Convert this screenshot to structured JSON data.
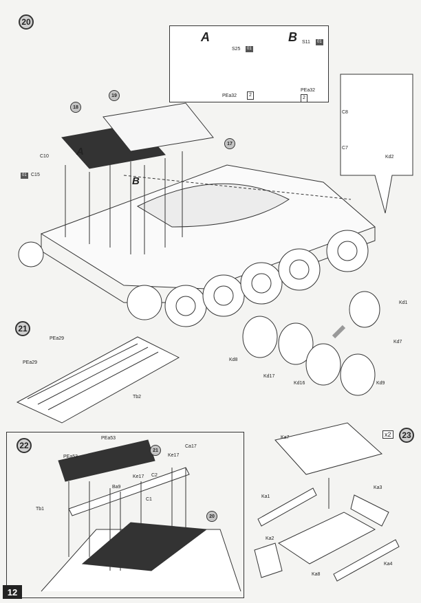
{
  "steps": {
    "s20": "20",
    "s21": "21",
    "s22": "22",
    "s23": "23"
  },
  "variants": {
    "a": "A",
    "b": "B"
  },
  "inset_a": {
    "part": "S25",
    "tag": "01",
    "pin": "PEa32",
    "mult": "2"
  },
  "inset_b": {
    "part": "S11",
    "tag": "01",
    "pin": "PEa32",
    "mult": "2"
  },
  "callouts": {
    "c18": "18",
    "c19": "19",
    "c17": "17",
    "c21": "21",
    "c20": "20"
  },
  "step20_labels": {
    "c10": "C10",
    "c15": "C15",
    "tag01": "01",
    "c8": "C8",
    "c7": "C7",
    "kd2": "Kd2",
    "kd1": "Kd1",
    "kd7": "Kd7",
    "kd8": "Kd8",
    "kd17": "Kd17",
    "kd16": "Kd16",
    "kd9": "Kd9"
  },
  "step21_labels": {
    "pea29a": "PEa29",
    "pea29b": "PEa29",
    "tb2": "Tb2"
  },
  "step22_labels": {
    "pea53a": "PEa53",
    "pea53b": "PEa53",
    "ke17a": "Ke17",
    "ke17b": "Ke17",
    "ca17": "Ca17",
    "ba9": "Ba9",
    "c2": "C2",
    "c1": "C1",
    "tb1": "Tb1"
  },
  "step23_labels": {
    "mult": "2",
    "ka7": "Ka7",
    "ka1": "Ka1",
    "ka3": "Ka3",
    "ka2": "Ka2",
    "ka8": "Ka8",
    "ka4": "Ka4"
  },
  "page_number": "12"
}
